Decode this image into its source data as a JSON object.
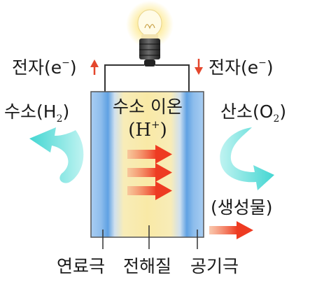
{
  "left_electron": {
    "prefix": "전자(e",
    "sup": "−",
    "suffix": ")"
  },
  "right_electron": {
    "prefix": "전자(e",
    "sup": "−",
    "suffix": ")"
  },
  "hydrogen": {
    "prefix": "수소(H",
    "sub": "2",
    "suffix": ")"
  },
  "oxygen": {
    "prefix": "산소(O",
    "sub": "2",
    "suffix": ")"
  },
  "ion_label": "수소 이온",
  "ion_formula": {
    "prefix": "(H",
    "sup": "+",
    "suffix": ")"
  },
  "product": "(생성물)",
  "bottom_labels": {
    "anode": "연료극",
    "electrolyte": "전해질",
    "cathode": "공기극"
  },
  "colors": {
    "electrode": "#9cc3ee",
    "electrolyte": "#f7e6a4",
    "wire": "#333333",
    "electron_arrow": "#e4472d",
    "gas_arrow": "#5ee0dc",
    "ion_arrow": "#ee3b22"
  },
  "icons": [
    "light-bulb-icon"
  ]
}
